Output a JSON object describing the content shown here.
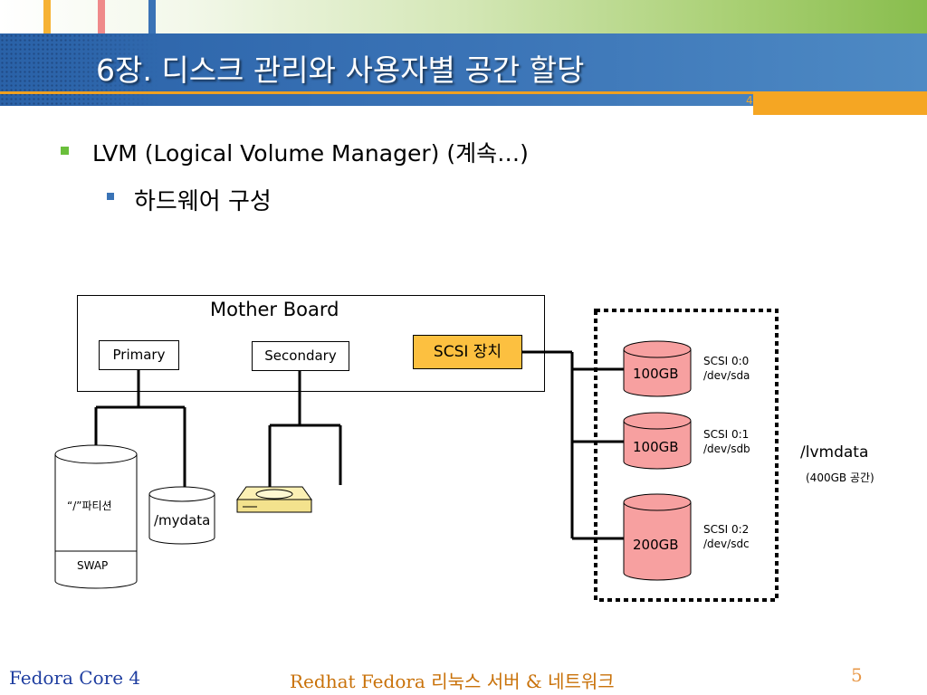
{
  "slide": {
    "title": "6장. 디스크 관리와 사용자별 공간 할당",
    "page_mark": "4",
    "bullets": [
      {
        "text": "LVM (Logical Volume Manager) (계속…)"
      },
      {
        "text": "하드웨어 구성"
      }
    ]
  },
  "diagram": {
    "motherboard": "Mother Board",
    "primary": "Primary",
    "secondary": "Secondary",
    "scsi": "SCSI 장치",
    "root_partition": "“/”파티션",
    "swap": "SWAP",
    "mydata": "/mydata",
    "disks": [
      {
        "size": "100GB",
        "id": "SCSI 0:0",
        "dev": "/dev/sda"
      },
      {
        "size": "100GB",
        "id": "SCSI 0:1",
        "dev": "/dev/sdb"
      },
      {
        "size": "200GB",
        "id": "SCSI 0:2",
        "dev": "/dev/sdc"
      }
    ],
    "lvm_name": "/lvmdata",
    "lvm_size": "(400GB 공간)"
  },
  "footer": {
    "left": "Fedora Core 4",
    "center": "Redhat Fedora 리눅스 서버 & 네트워크",
    "page": "5"
  },
  "colors": {
    "title_band": "#3a73b6",
    "accent_orange": "#f5a623",
    "bullet_green": "#6abf3b",
    "bullet_blue": "#3a73b6",
    "scsi_fill": "#fcc040",
    "disk_fill": "#f7a0a0"
  }
}
